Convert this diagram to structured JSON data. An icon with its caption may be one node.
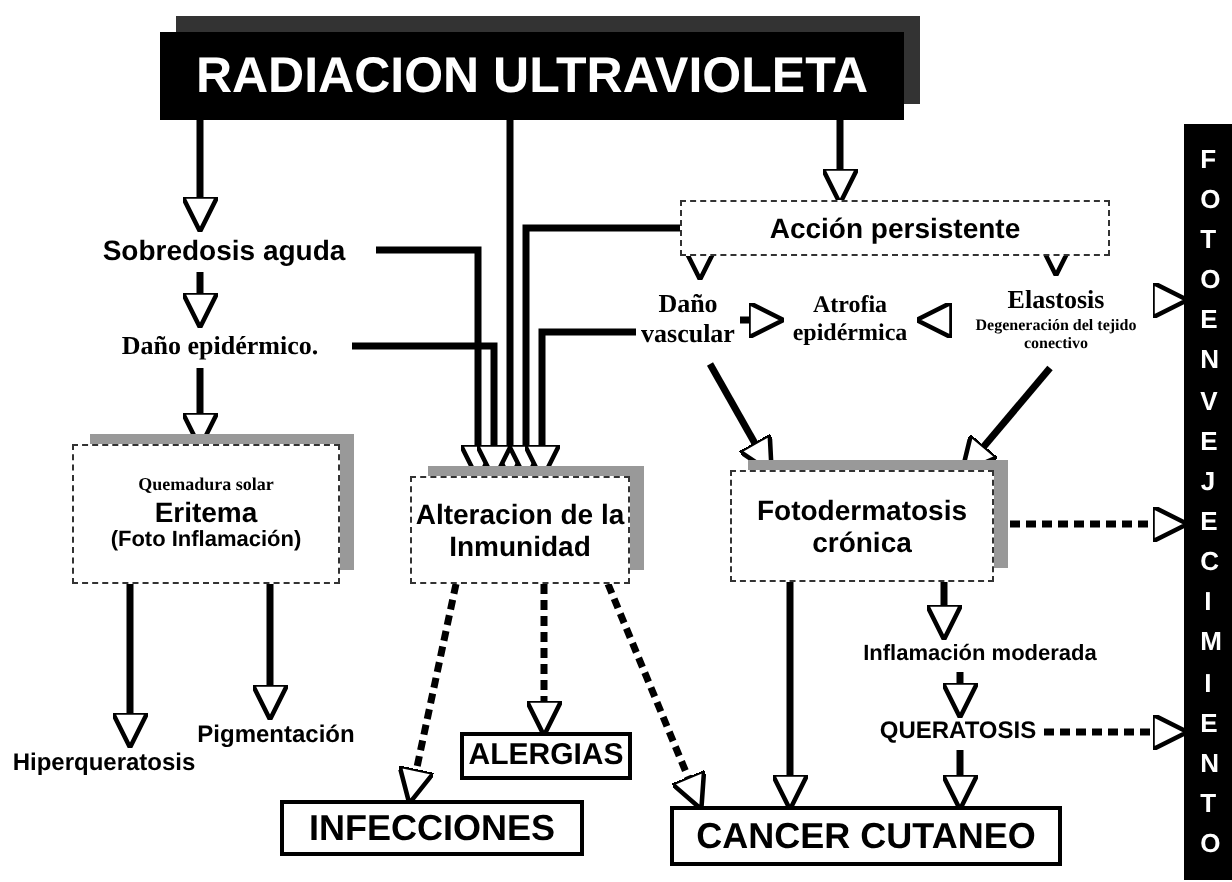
{
  "diagram": {
    "nodes": [
      {
        "text": [
          "RADIACION ULTRAVIOLETA"
        ]
      },
      {
        "text": [
          "Sobredosis aguda"
        ]
      },
      {
        "text": [
          "Daño epidérmico."
        ]
      },
      {
        "text": [
          "Quemadura solar",
          "Eritema",
          "(Foto Inflamación)"
        ]
      },
      {
        "text": [
          "Acción persistente"
        ]
      },
      {
        "text": [
          "Daño vascular"
        ]
      },
      {
        "text": [
          "Atrofia epidérmica"
        ]
      },
      {
        "text": [
          "Elastosis",
          "Degeneración del tejido conectivo"
        ]
      },
      {
        "text": [
          "Alteracion de la Inmunidad"
        ]
      },
      {
        "text": [
          "Fotodermatosis crónica"
        ]
      },
      {
        "text": [
          "Hiperqueratosis"
        ]
      },
      {
        "text": [
          "Pigmentación"
        ]
      },
      {
        "text": [
          "ALERGIAS"
        ]
      },
      {
        "text": [
          "INFECCIONES"
        ]
      },
      {
        "text": [
          "CANCER CUTANEO"
        ]
      },
      {
        "text": [
          "Inflamación moderada"
        ]
      },
      {
        "text": [
          "QUERATOSIS"
        ]
      },
      {
        "text": [
          "FOTOENVEJECIMIENTO"
        ]
      }
    ],
    "edges": [
      {
        "from": 0,
        "to": 1,
        "arrow": "to"
      },
      {
        "from": 1,
        "to": 2,
        "arrow": "to"
      },
      {
        "from": 2,
        "to": 3,
        "arrow": "to"
      },
      {
        "from": 0,
        "to": 8,
        "arrow": "to"
      },
      {
        "from": 0,
        "to": 4,
        "arrow": "to"
      },
      {
        "from": 1,
        "to": 8,
        "arrow": "to"
      },
      {
        "from": 2,
        "to": 8,
        "arrow": "to"
      },
      {
        "from": 4,
        "to": 8,
        "arrow": "to"
      },
      {
        "from": 5,
        "to": 8,
        "arrow": "to"
      },
      {
        "from": 4,
        "to": 5,
        "arrow": "to"
      },
      {
        "from": 4,
        "to": 7,
        "arrow": "to"
      },
      {
        "from": 5,
        "to": 6,
        "arrow": "to"
      },
      {
        "from": 7,
        "to": 6,
        "arrow": "to"
      },
      {
        "from": 7,
        "to": 17,
        "arrow": "to"
      },
      {
        "from": 5,
        "to": 9,
        "arrow": "to"
      },
      {
        "from": 7,
        "to": 9,
        "arrow": "to"
      },
      {
        "from": 3,
        "to": 10,
        "arrow": "to"
      },
      {
        "from": 3,
        "to": 11,
        "arrow": "to"
      },
      {
        "from": 8,
        "to": 13,
        "arrow": "to",
        "style": "dashed"
      },
      {
        "from": 8,
        "to": 12,
        "arrow": "to",
        "style": "dashed"
      },
      {
        "from": 8,
        "to": 14,
        "arrow": "to",
        "style": "dashed"
      },
      {
        "from": 9,
        "to": 17,
        "arrow": "to",
        "style": "dashed"
      },
      {
        "from": 9,
        "to": 14,
        "arrow": "to"
      },
      {
        "from": 9,
        "to": 15,
        "arrow": "to"
      },
      {
        "from": 15,
        "to": 16,
        "arrow": "to"
      },
      {
        "from": 16,
        "to": 17,
        "arrow": "to",
        "style": "dashed"
      },
      {
        "from": 16,
        "to": 14,
        "arrow": "to"
      }
    ]
  }
}
